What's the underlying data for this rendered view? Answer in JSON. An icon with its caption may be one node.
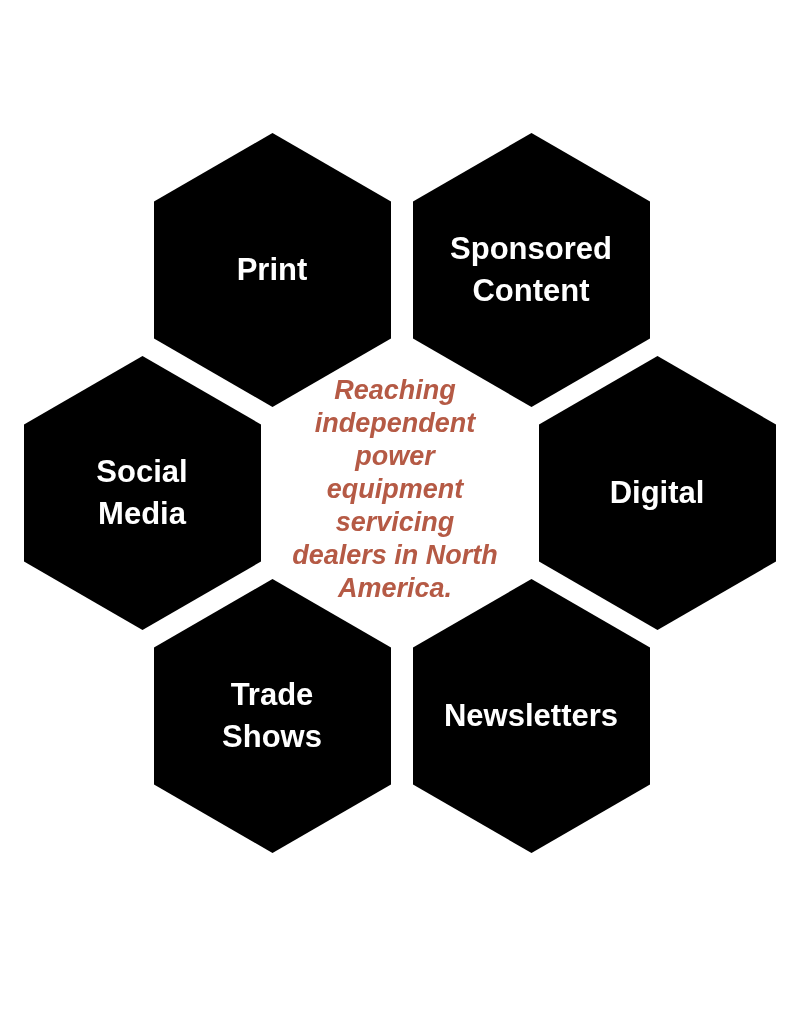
{
  "diagram": {
    "nodes": [
      {
        "text": [
          "Print"
        ]
      },
      {
        "text": [
          "Sponsored Content"
        ]
      },
      {
        "text": [
          "Social Media"
        ]
      },
      {
        "text": [
          "Digital"
        ]
      },
      {
        "text": [
          "Trade Shows"
        ]
      },
      {
        "text": [
          "Newsletters"
        ]
      }
    ],
    "labels": [
      "Reaching independent power equipment servicing dealers in North America."
    ]
  }
}
